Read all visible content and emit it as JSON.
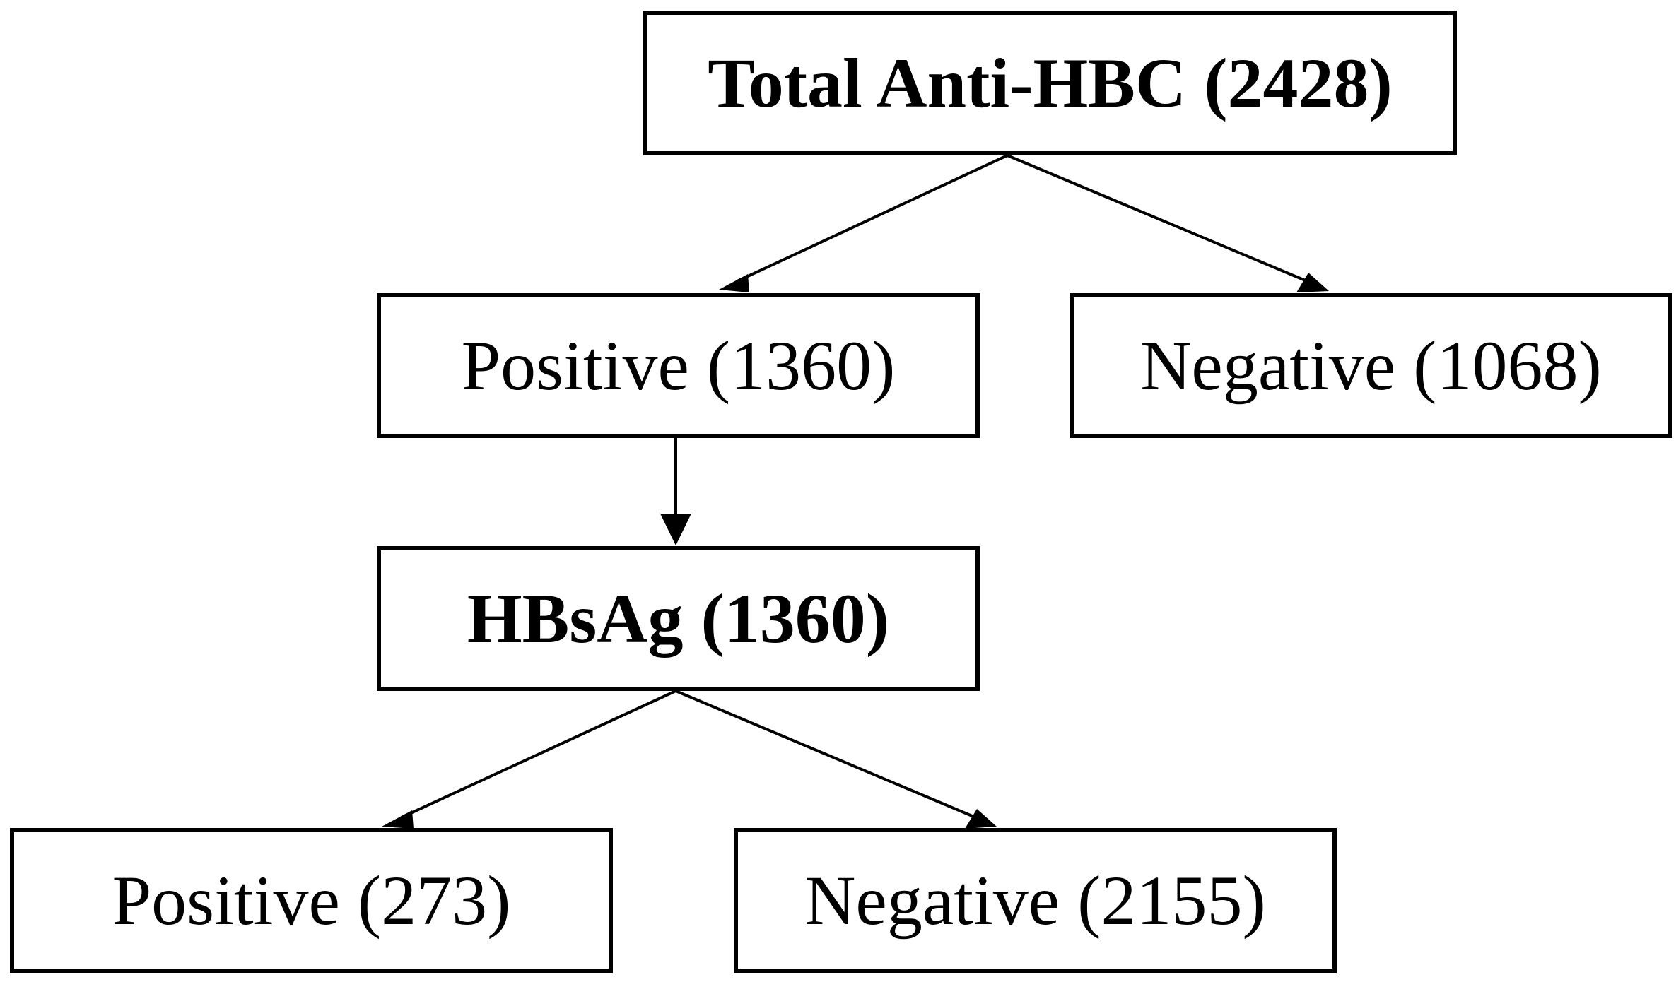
{
  "nodes": {
    "root": {
      "label": "Total Anti-HBC (2428)"
    },
    "positive_1": {
      "label": "Positive (1360)"
    },
    "negative_1": {
      "label": "Negative (1068)"
    },
    "hbsag": {
      "label": "HBsAg (1360)"
    },
    "positive_2": {
      "label": "Positive (273)"
    },
    "negative_2": {
      "label": "Negative (2155)"
    }
  },
  "edges": [
    {
      "from": "root",
      "to": "positive_1"
    },
    {
      "from": "root",
      "to": "negative_1"
    },
    {
      "from": "positive_1",
      "to": "hbsag"
    },
    {
      "from": "hbsag",
      "to": "positive_2"
    },
    {
      "from": "hbsag",
      "to": "negative_2"
    }
  ],
  "colors": {
    "line": "#000000",
    "background": "#ffffff"
  }
}
